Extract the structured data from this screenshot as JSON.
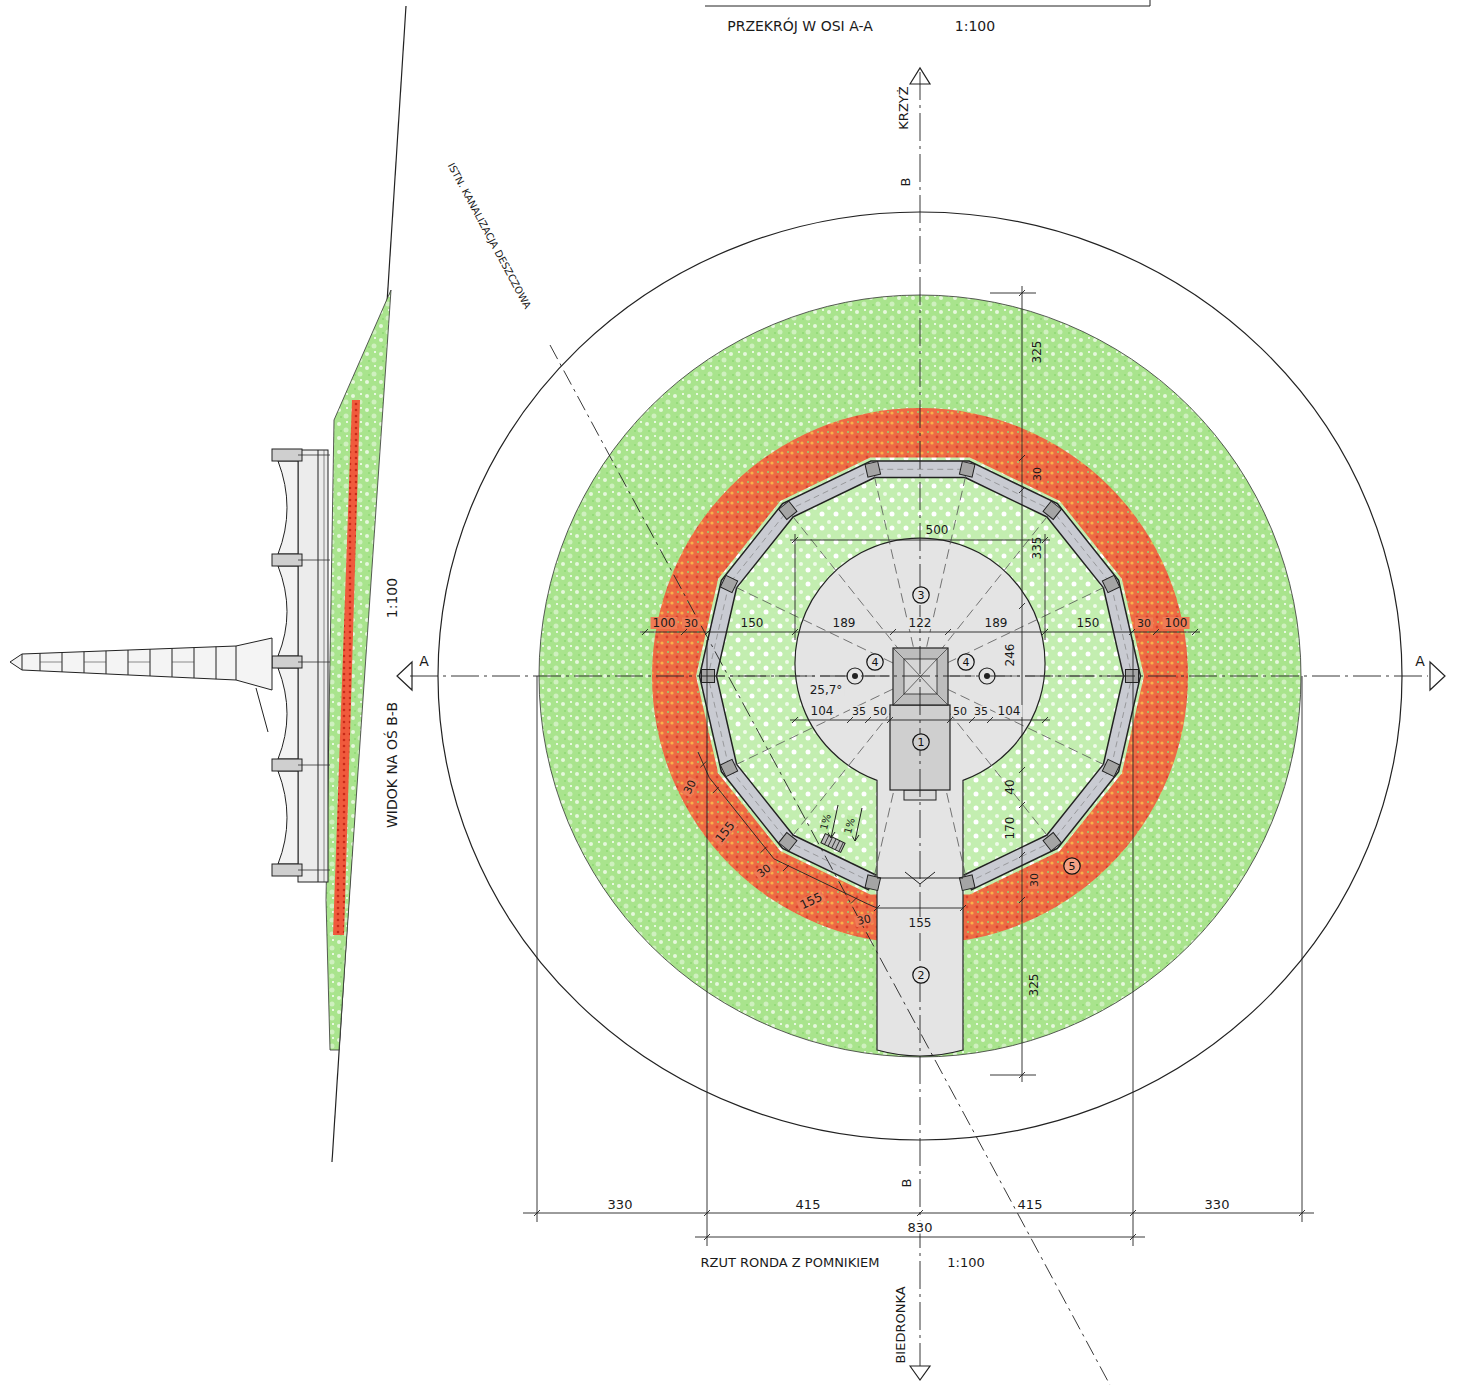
{
  "diagram": {
    "nodes": [
      {
        "text": [
          "3"
        ]
      },
      {
        "text": [
          "4"
        ]
      },
      {
        "text": [
          "4"
        ]
      },
      {
        "text": [
          "1"
        ]
      },
      {
        "text": [
          "5"
        ]
      },
      {
        "text": [
          "2"
        ]
      }
    ],
    "labels": [
      "PRZEKRÓJ W OSI A-A",
      "1:100",
      "KRZYŻ",
      "B",
      "ISTN. KANALIZACJA DESZCZOWA",
      "A",
      "A",
      "WIDOK NA OŚ B-B",
      "1:100",
      "325",
      "30",
      "335",
      "500",
      "100",
      "30",
      "150",
      "189",
      "122",
      "189",
      "150",
      "30",
      "100",
      "25,7°",
      "246",
      "104",
      "35",
      "50",
      "50",
      "35",
      "104",
      "40",
      "170",
      "30",
      "325",
      "30",
      "155",
      "30",
      "155",
      "30",
      "155",
      "1%",
      "1%",
      "330",
      "415",
      "415",
      "330",
      "830",
      "RZUT RONDA Z POMNIKIEM",
      "1:100",
      "B",
      "BIEDRONKA"
    ]
  }
}
